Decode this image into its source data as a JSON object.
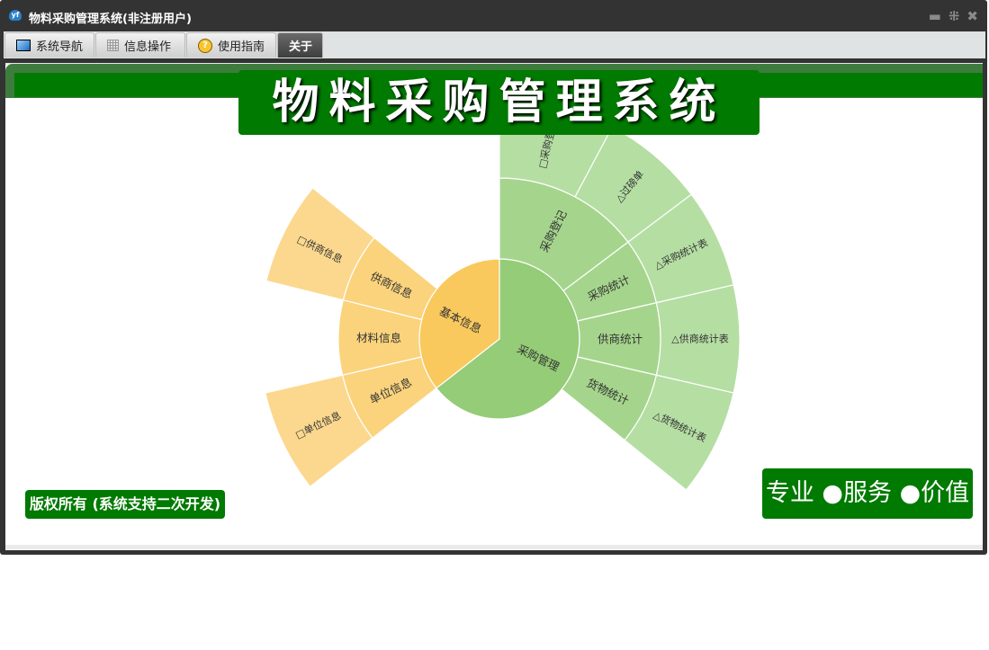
{
  "window": {
    "title": "物料采购管理系统(非注册用户)",
    "app_icon_text": "yf",
    "minimize": "▬",
    "restore": "⁜",
    "close": "✖"
  },
  "tabs": [
    {
      "label": "系统导航",
      "icon": "monitor-icon"
    },
    {
      "label": "信息操作",
      "icon": "grid-icon"
    },
    {
      "label": "使用指南",
      "icon": "help-icon"
    },
    {
      "label": "关于",
      "active": true
    }
  ],
  "banner": {
    "title": "物料采购管理系统"
  },
  "footer": {
    "copyright": "版权所有 (系统支持二次开发)",
    "slogan": "专业 ●服务 ●价值"
  },
  "colors": {
    "green": [
      "#94cc77",
      "#a5d58c",
      "#b5dea3"
    ],
    "orange": [
      "#f9c95e",
      "#fad37c",
      "#fbd88e"
    ],
    "brand": "#007a00"
  },
  "chart_data": {
    "type": "sunburst",
    "data": [
      {
        "name": "采购管理",
        "value": 232,
        "palette": "green",
        "children": [
          {
            "name": "采购登记",
            "children": [
              {
                "name": "□采购登记",
                "value": 28
              },
              {
                "name": "△过磅单",
                "value": 25
              }
            ]
          },
          {
            "name": "采购统计",
            "children": [
              {
                "name": "△采购统计表",
                "value": 24
              }
            ]
          },
          {
            "name": "供商统计",
            "children": [
              {
                "name": "△供商统计表",
                "value": 26
              }
            ]
          },
          {
            "name": "货物统计",
            "children": [
              {
                "name": "△货物统计表",
                "value": 26
              }
            ]
          }
        ]
      },
      {
        "name": "基本信息",
        "value": 128,
        "palette": "orange",
        "children": [
          {
            "name": "单位信息",
            "children": [
              {
                "name": "□单位信息",
                "value": 25
              }
            ]
          },
          {
            "name": "材料信息",
            "value": 27
          },
          {
            "name": "供商信息",
            "children": [
              {
                "name": "□供商信息",
                "value": 25
              }
            ]
          }
        ]
      }
    ]
  }
}
